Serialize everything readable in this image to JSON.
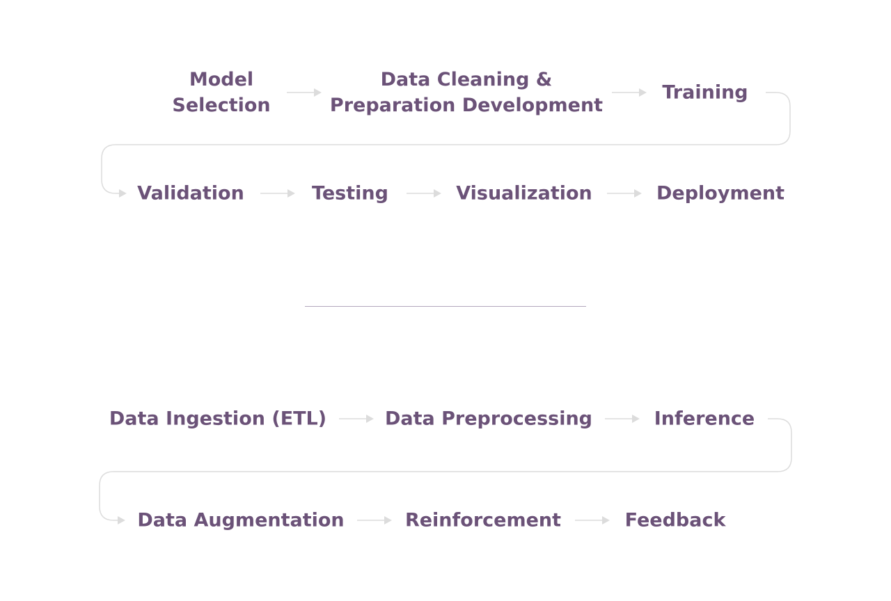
{
  "colors": {
    "node_text": "#6b5278",
    "connector": "#dcdcdc",
    "divider": "#b3a6bd"
  },
  "diagrams": [
    {
      "rows": [
        [
          {
            "lines": [
              "Model",
              "Selection"
            ]
          },
          {
            "lines": [
              "Data Cleaning &",
              "Preparation Development"
            ]
          },
          {
            "lines": [
              "Training"
            ]
          }
        ],
        [
          {
            "lines": [
              "Validation"
            ]
          },
          {
            "lines": [
              "Testing"
            ]
          },
          {
            "lines": [
              "Visualization"
            ]
          },
          {
            "lines": [
              "Deployment"
            ]
          }
        ]
      ]
    },
    {
      "rows": [
        [
          {
            "lines": [
              "Data Ingestion (ETL)"
            ]
          },
          {
            "lines": [
              "Data Preprocessing"
            ]
          },
          {
            "lines": [
              "Inference"
            ]
          }
        ],
        [
          {
            "lines": [
              "Data Augmentation"
            ]
          },
          {
            "lines": [
              "Reinforcement"
            ]
          },
          {
            "lines": [
              "Feedback"
            ]
          }
        ]
      ]
    }
  ]
}
